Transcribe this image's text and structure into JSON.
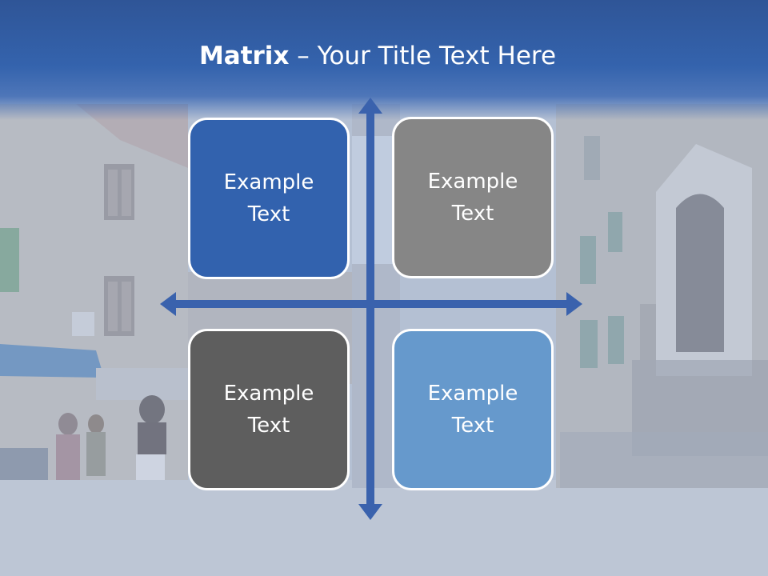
{
  "slide": {
    "title_bold": "Matrix",
    "title_rest": " – Your Title Text Here",
    "quadrants": [
      {
        "text": "Example Text",
        "color": "#3262ae"
      },
      {
        "text": "Example Text",
        "color": "#868686"
      },
      {
        "text": "Example Text",
        "color": "#5e5e5e"
      },
      {
        "text": "Example Text",
        "color": "#6699cc"
      }
    ],
    "axis_color": "#3a62ad"
  }
}
